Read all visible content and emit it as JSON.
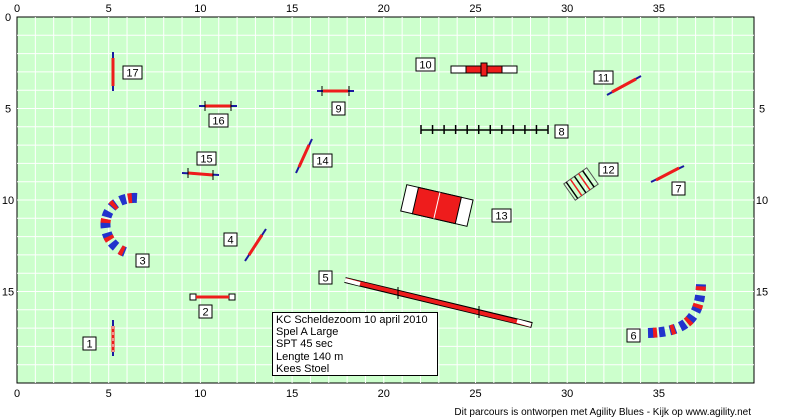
{
  "course": {
    "field_color": "#ccffcc",
    "grid_color": "#ffffff",
    "x_ticks": [
      "0",
      "5",
      "10",
      "15",
      "20",
      "25",
      "30",
      "35"
    ],
    "y_ticks_left": [
      "0",
      "5",
      "10",
      "15"
    ],
    "y_ticks_right": [
      "5",
      "10",
      "15"
    ],
    "obstacle_numbers": [
      "1",
      "2",
      "3",
      "4",
      "5",
      "6",
      "7",
      "8",
      "9",
      "10",
      "11",
      "12",
      "13",
      "14",
      "15",
      "16",
      "17"
    ]
  },
  "info": {
    "lines": [
      "KC Scheldezoom 10 april 2010",
      "Spel  A Large",
      "SPT 45 sec",
      "Lengte 140 m",
      "Kees Stoel"
    ]
  },
  "footer": {
    "text": "Dit parcours is ontworpen met Agility Blues - Kijk op www.agility.net"
  },
  "colors": {
    "bar_red": "#ee1c1c",
    "tunnel_blue": "#2233cc",
    "post_blue": "#1a1aa0"
  }
}
